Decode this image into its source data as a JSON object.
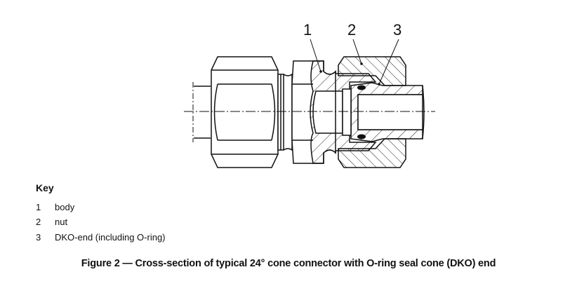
{
  "figure": {
    "labels": [
      {
        "id": "1"
      },
      {
        "id": "2"
      },
      {
        "id": "3"
      }
    ]
  },
  "key": {
    "title": "Key",
    "items": [
      {
        "num": "1",
        "label": "body"
      },
      {
        "num": "2",
        "label": "nut"
      },
      {
        "num": "3",
        "label": "DKO-end (including O-ring)"
      }
    ]
  },
  "caption": "Figure 2 — Cross-section of typical 24° cone connector with O-ring seal cone (DKO) end"
}
